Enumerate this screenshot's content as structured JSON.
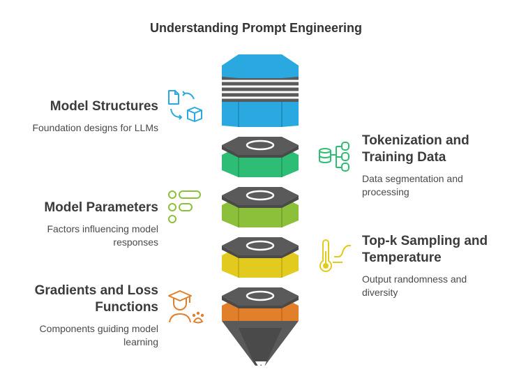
{
  "title": "Understanding Prompt Engineering",
  "items": [
    {
      "heading": "Model Structures",
      "desc": "Foundation designs for LLMs",
      "icon": "document-cube-transform-icon",
      "side": "left"
    },
    {
      "heading": "Tokenization and Training Data",
      "heading_lines": [
        "Tokenization and",
        "Training Data"
      ],
      "desc_lines": [
        "Data segmentation and",
        "processing"
      ],
      "icon": "database-tree-icon",
      "side": "right"
    },
    {
      "heading": "Model Parameters",
      "desc_lines": [
        "Factors influencing model",
        "responses"
      ],
      "icon": "parameter-list-icon",
      "side": "left"
    },
    {
      "heading_lines": [
        "Top-k Sampling and",
        "Temperature"
      ],
      "desc_lines": [
        "Output randomness and",
        "diversity"
      ],
      "icon": "thermometer-chart-icon",
      "side": "right"
    },
    {
      "heading_lines": [
        "Gradients and Loss",
        "Functions"
      ],
      "desc_lines": [
        "Components guiding model",
        "learning"
      ],
      "icon": "graduate-paw-icon",
      "side": "left"
    }
  ],
  "colors": {
    "layer1": "#29a9df",
    "layer2": "#2ebd74",
    "layer3": "#8cbf3a",
    "layer4": "#e3ca1e",
    "layer5": "#e17f2a",
    "cap": "#5a5a5a",
    "tip": "#5a5a5a"
  }
}
